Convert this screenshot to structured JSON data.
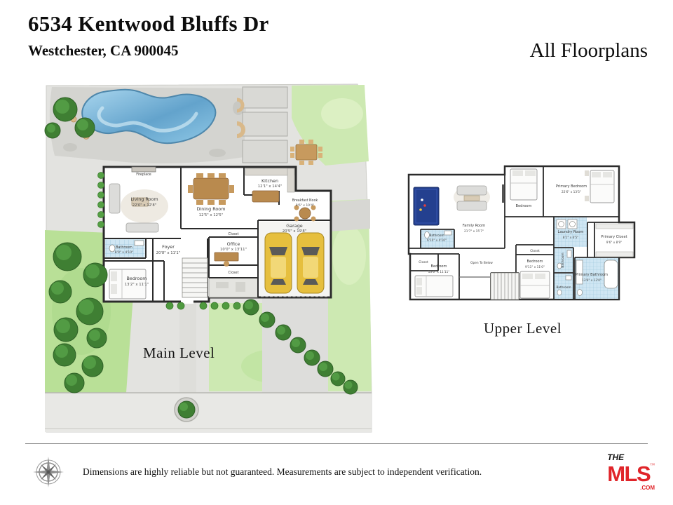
{
  "header": {
    "address_line1": "6534 Kentwood Bluffs Dr",
    "address_line2": "Westchester, CA 900045",
    "page_title": "All Floorplans"
  },
  "main_level": {
    "label": "Main Level",
    "rooms": [
      {
        "name": "Living Room",
        "dims": "22'0\" x 12'8\""
      },
      {
        "name": "Dining Room",
        "dims": "12'5\" x 12'5\""
      },
      {
        "name": "Kitchen",
        "dims": "12'1\" x 14'4\""
      },
      {
        "name": "Breakfast Nook",
        "dims": "8'6\" x 10'4\""
      },
      {
        "name": "Garage",
        "dims": "20'5\" x 19'8\""
      },
      {
        "name": "Office",
        "dims": "10'0\" x 13'11\""
      },
      {
        "name": "Foyer",
        "dims": "20'8\" x 11'1\""
      },
      {
        "name": "Bathroom",
        "dims": "8'0\" x 4'10\""
      },
      {
        "name": "Bedroom",
        "dims": "13'2\" x 11'1\""
      },
      {
        "name": "Closet",
        "dims": ""
      },
      {
        "name": "Closet",
        "dims": ""
      },
      {
        "name": "Fireplace",
        "dims": ""
      }
    ]
  },
  "upper_level": {
    "label": "Upper Level",
    "rooms": [
      {
        "name": "Family Room",
        "dims": "21'7\" x 15'7\""
      },
      {
        "name": "Bedroom",
        "dims": ""
      },
      {
        "name": "Primary Bedroom",
        "dims": "22'6\" x 13'5\""
      },
      {
        "name": "Bathroom",
        "dims": "6'10\" x 4'10\""
      },
      {
        "name": "Closet",
        "dims": ""
      },
      {
        "name": "Bedroom",
        "dims": "13'6\" x 11'11\""
      },
      {
        "name": "Open To Below",
        "dims": ""
      },
      {
        "name": "Closet",
        "dims": ""
      },
      {
        "name": "Bedroom",
        "dims": "9'11\" x 11'0\""
      },
      {
        "name": "Bathroom",
        "dims": ""
      },
      {
        "name": "Laundry Room",
        "dims": "8'1\" x 6'5\""
      },
      {
        "name": "Primary Closet",
        "dims": "9'6\" x 8'9\""
      },
      {
        "name": "Bathroom",
        "dims": ""
      },
      {
        "name": "Primary Bathroom",
        "dims": "13'6\" x 13'0\""
      }
    ]
  },
  "footer": {
    "disclaimer": "Dimensions are highly reliable but not guaranteed. Measurements are subject to independent verification.",
    "logo_the": "THE",
    "logo_mls": "MLS",
    "logo_tm": "™",
    "logo_com": ".COM"
  }
}
